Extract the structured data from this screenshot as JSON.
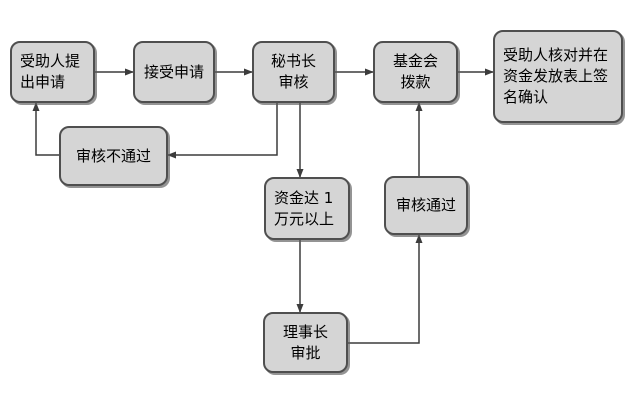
{
  "colors": {
    "background": "#ffffff",
    "node_fill": "#d5d5d5",
    "node_border": "#4f4f4f",
    "edge_line": "#3c3c3c",
    "text": "#000000"
  },
  "nodes": {
    "submit": {
      "label": "受助人提\n出申请"
    },
    "accept": {
      "label": "接受申请"
    },
    "secretary": {
      "label": "秘书长\n审核"
    },
    "foundation": {
      "label": "基金会\n拨款"
    },
    "confirm": {
      "label": "受助人核对并在\n资金发放表上签\n名确认"
    },
    "reject": {
      "label": "审核不通过"
    },
    "over10k": {
      "label": "资金达 1\n万元以上"
    },
    "passed": {
      "label": "审核通过"
    },
    "chairman": {
      "label": "理事长\n审批"
    }
  }
}
